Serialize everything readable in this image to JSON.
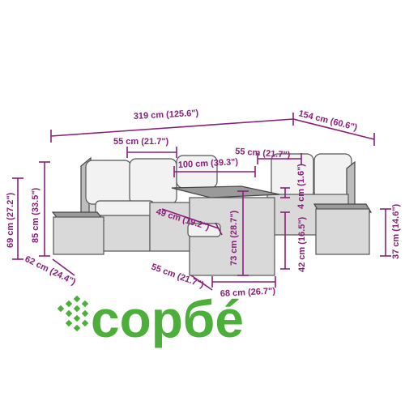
{
  "dimensions": {
    "total_length": "319 cm (125.6\")",
    "depth_right": "154 cm (60.6\")",
    "seat_width_left": "55 cm (21.7\")",
    "seat_width_right": "55 cm (21.7\")",
    "table_length": "100 cm (39.3\")",
    "table_top": "4 cm (1.6\")",
    "height_left": "69 cm (27.2\")",
    "back_height_left": "85 cm (33.5\")",
    "depth_left": "62 cm (24.4\")",
    "seat_depth_middle": "49 cm (19.2\")",
    "table_height": "73 cm (28.7\")",
    "seat_height_right": "42 cm (16.5\")",
    "stool_height": "37 cm (14.6\")",
    "table_depth": "55 cm (21.7\")",
    "table_width": "68 cm (26.7\")"
  },
  "brand": {
    "name": "copбé",
    "color": "#4caf3a"
  }
}
